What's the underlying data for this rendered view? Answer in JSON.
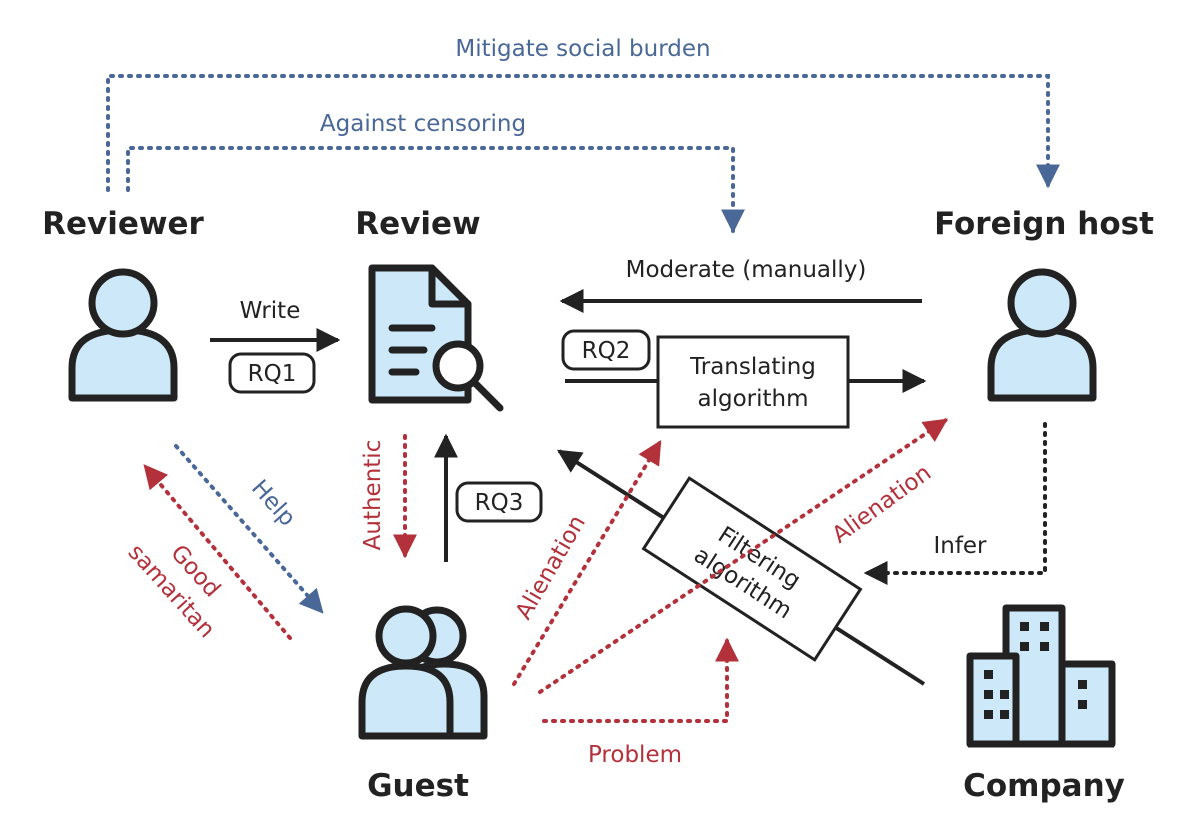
{
  "colors": {
    "dark": "#222222",
    "blue": "#4a6897",
    "red": "#b3313a",
    "fill": "#cde9f9"
  },
  "actors": {
    "reviewer": "Reviewer",
    "review": "Review",
    "foreign_host": "Foreign host",
    "guest": "Guest",
    "company": "Company"
  },
  "icons": {
    "reviewer": "person-icon",
    "review": "document-search-icon",
    "foreign_host": "person-icon",
    "guest": "group-icon",
    "company": "building-icon"
  },
  "edges": {
    "mitigate": "Mitigate social burden",
    "against": "Against censoring",
    "write": "Write",
    "moderate": "Moderate (manually)",
    "authentic": "Authentic",
    "help": "Help",
    "good": "Good",
    "samaritan": "samaritan",
    "alienation_guest": "Alienation",
    "alienation_host": "Alienation",
    "infer": "Infer",
    "problem": "Problem"
  },
  "badges": {
    "rq1": "RQ1",
    "rq2": "RQ2",
    "rq3": "RQ3"
  },
  "boxes": {
    "translating_line1": "Translating",
    "translating_line2": "algorithm",
    "filtering_line1": "Filtering",
    "filtering_line2": "algorithm"
  }
}
